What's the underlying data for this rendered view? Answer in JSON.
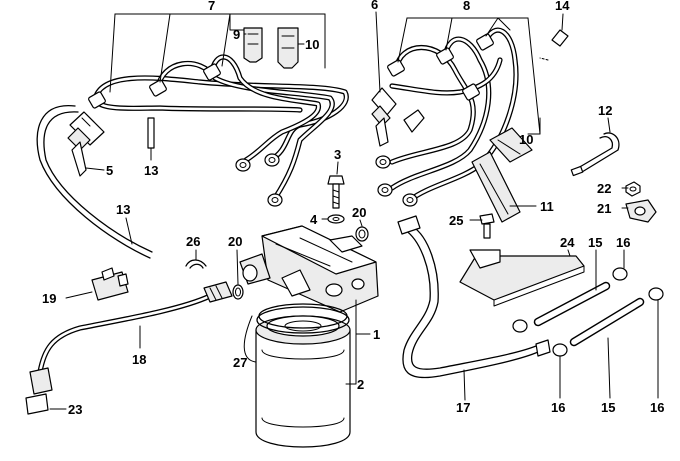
{
  "diagram": {
    "labels": {
      "l1": "1",
      "l2": "2",
      "l3": "3",
      "l4": "4",
      "l5": "5",
      "l6": "6",
      "l7": "7",
      "l8": "8",
      "l9": "9",
      "l10a": "10",
      "l10b": "10",
      "l11": "11",
      "l12": "12",
      "l13a": "13",
      "l13b": "13",
      "l14": "14",
      "l15a": "15",
      "l15b": "15",
      "l16a": "16",
      "l16b": "16",
      "l16c": "16",
      "l17": "17",
      "l18": "18",
      "l19": "19",
      "l20a": "20",
      "l20b": "20",
      "l21": "21",
      "l22": "22",
      "l23": "23",
      "l24": "24",
      "l25": "25",
      "l26": "26",
      "l27": "27"
    }
  }
}
